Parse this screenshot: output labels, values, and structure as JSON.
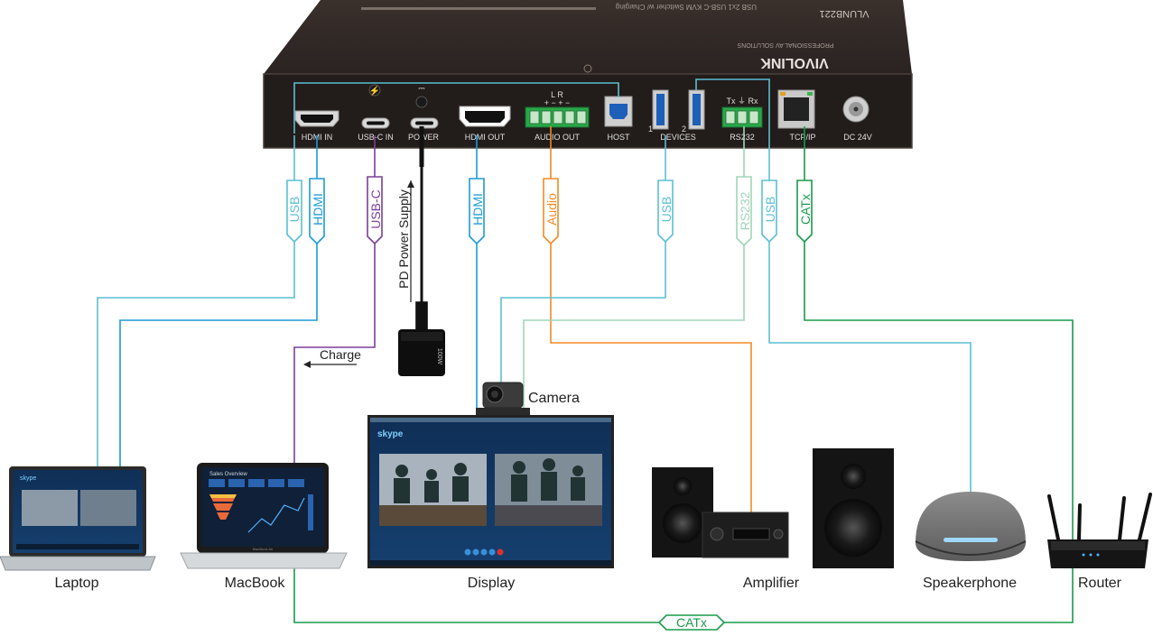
{
  "hub": {
    "model_text": "VLUNB221",
    "subtitle_text": "USB 2x1 USB-C KVM Switcher w/ Charging",
    "brand": "VIVOLINK",
    "brand_sub": "PROFESSIONAL AV SOLUTIONS",
    "ports": [
      {
        "id": "hdmi-in",
        "label": "HDMI IN"
      },
      {
        "id": "usbc-in",
        "label": "USB-C IN"
      },
      {
        "id": "power",
        "label": "POWER"
      },
      {
        "id": "hdmi-out",
        "label": "HDMI OUT"
      },
      {
        "id": "audio-out",
        "label": "AUDIO OUT"
      },
      {
        "id": "host",
        "label": "HOST"
      },
      {
        "id": "devices",
        "label": "DEVICES"
      },
      {
        "id": "rs232",
        "label": "RS232"
      },
      {
        "id": "tcpip",
        "label": "TCP/IP"
      },
      {
        "id": "dc24v",
        "label": "DC 24V"
      }
    ],
    "audio_marks": "L  R",
    "audio_pins": "+ −  + −",
    "rs232_marks": "Tx  ⏚  Rx",
    "devices_nums": [
      "1",
      "2"
    ]
  },
  "cables": [
    {
      "id": "usb-laptop",
      "tag": "USB",
      "color": "#5bbfd3"
    },
    {
      "id": "hdmi-laptop",
      "tag": "HDMI",
      "color": "#1e9ad6"
    },
    {
      "id": "usbc-macbook",
      "tag": "USB-C",
      "color": "#7b3f98"
    },
    {
      "id": "hdmi-display",
      "tag": "HDMI",
      "color": "#1e9ad6"
    },
    {
      "id": "audio-amp",
      "tag": "Audio",
      "color": "#f08a24"
    },
    {
      "id": "usb-camera",
      "tag": "USB",
      "color": "#5bbfd3"
    },
    {
      "id": "rs232-display",
      "tag": "RS232",
      "color": "#9fd5b8"
    },
    {
      "id": "usb-speaker",
      "tag": "USB",
      "color": "#5bbfd3"
    },
    {
      "id": "catx-router",
      "tag": "CATx",
      "color": "#1a9a4a"
    },
    {
      "id": "catx-bottom",
      "tag": "CATx",
      "color": "#1a9a4a"
    }
  ],
  "annotations": {
    "pd_power": "PD Power Supply",
    "charge": "Charge",
    "adapter_text": "100W"
  },
  "devices": [
    {
      "id": "laptop",
      "label": "Laptop"
    },
    {
      "id": "macbook",
      "label": "MacBook"
    },
    {
      "id": "display",
      "label": "Display"
    },
    {
      "id": "camera",
      "label": "Camera"
    },
    {
      "id": "amplifier",
      "label": "Amplifier"
    },
    {
      "id": "speakerphone",
      "label": "Speakerphone"
    },
    {
      "id": "router",
      "label": "Router"
    }
  ],
  "screen": {
    "skype": "skype",
    "macbook_title": "Sales Overview",
    "macbook_name": "MacBook Air"
  }
}
